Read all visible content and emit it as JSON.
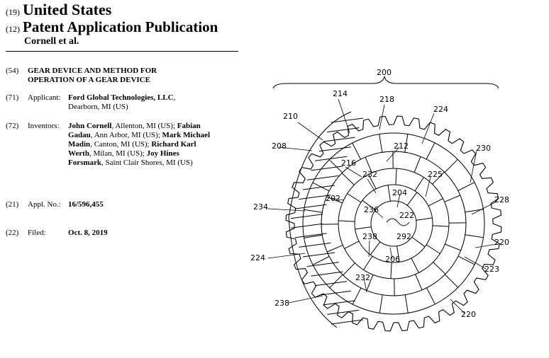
{
  "header": {
    "code19": "(19)",
    "country": "United States",
    "code12": "(12)",
    "pub_type": "Patent Application Publication",
    "inventor_short": "Cornell et al."
  },
  "fields": {
    "title": {
      "code": "(54)",
      "line1": "GEAR DEVICE AND METHOD FOR",
      "line2": "OPERATION OF A GEAR DEVICE"
    },
    "applicant": {
      "code": "(71)",
      "label": "Applicant:",
      "name": "Ford Global Technologies, LLC",
      "location": "Dearborn, MI (US)"
    },
    "inventors": {
      "code": "(72)",
      "label": "Inventors:",
      "list": [
        {
          "name": "John Cornell",
          "location": "Allenton, MI (US);"
        },
        {
          "name": "Fabian Gadau",
          "location": "Ann Arbor, MI (US);"
        },
        {
          "name": "Mark Michael Madin",
          "location": "Canton, MI (US);"
        },
        {
          "name": "Richard Karl Werth",
          "location": "Milan, MI (US);"
        },
        {
          "name": "Joy Hines Forsmark",
          "location": "Saint Clair Shores, MI (US)"
        }
      ]
    },
    "appl_no": {
      "code": "(21)",
      "label": "Appl. No.:",
      "value": "16/596,455"
    },
    "filed": {
      "code": "(22)",
      "label": "Filed:",
      "value": "Oct. 8, 2019"
    }
  },
  "drawing": {
    "refs": [
      "200",
      "214",
      "218",
      "210",
      "224",
      "208",
      "212",
      "230",
      "216",
      "232",
      "225",
      "202",
      "204",
      "234",
      "228",
      "236",
      "222",
      "292",
      "238",
      "220",
      "206",
      "223",
      "232",
      "224",
      "238",
      "220"
    ]
  }
}
